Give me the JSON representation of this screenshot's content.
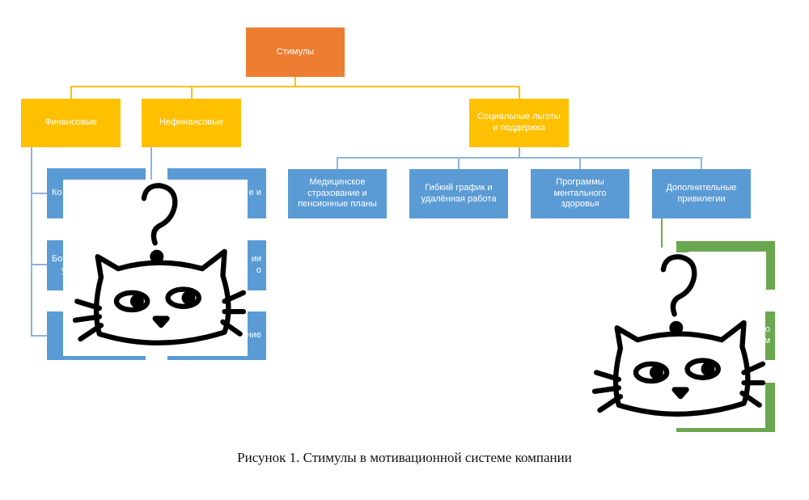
{
  "diagram": {
    "root": {
      "label": "Стимулы"
    },
    "level1": [
      {
        "label": "Финансовые"
      },
      {
        "label": "Нефинансовые"
      },
      {
        "label": "Социальные льготы и поддержка"
      }
    ],
    "left_fragments": {
      "a1": "Ко",
      "a2": "Бон",
      "a3": "у",
      "b1": "е и",
      "b2": "ии",
      "b3": "о",
      "b4": "ние"
    },
    "social_children": [
      {
        "label": "Медицинское страхование и пенсионные планы"
      },
      {
        "label": "Гибкий график и удалённая работа"
      },
      {
        "label": "Программы ментального здоровья"
      },
      {
        "label": "Дополнительные привилегии"
      }
    ],
    "right_fragments": {
      "c1": "о",
      "c2": "м"
    }
  },
  "caption": "Рисунок 1. Стимулы в мотивационной системе компании",
  "colors": {
    "root": "#ed7d31",
    "level1": "#ffc000",
    "level2": "#5b9bd5",
    "frame": "#6aa84f"
  },
  "icons": [
    "question-cat-icon",
    "question-cat-icon"
  ]
}
